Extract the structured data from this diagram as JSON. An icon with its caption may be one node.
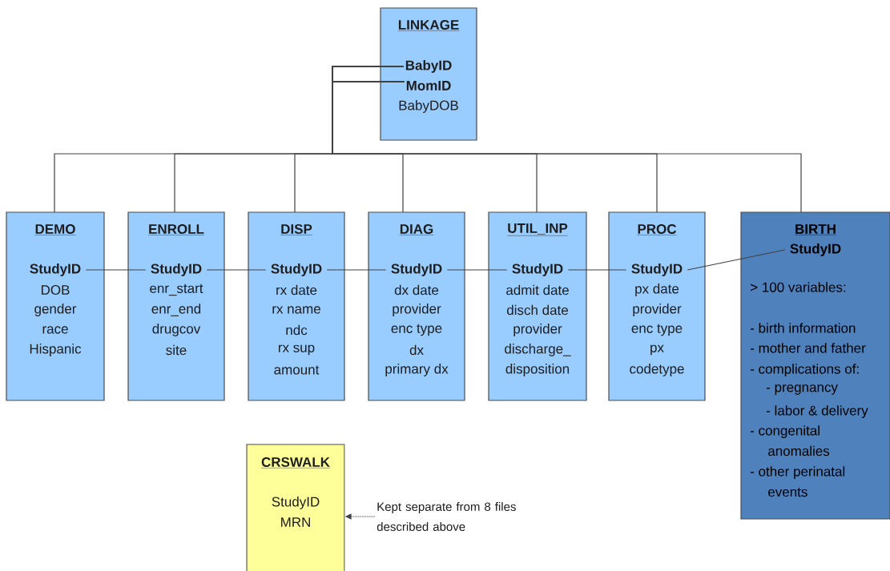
{
  "diagram": {
    "nodes": [
      {
        "text": [
          "LINKAGE",
          "BabyID",
          "MomID",
          "BabyDOB"
        ]
      },
      {
        "text": [
          "DEMO",
          "StudyID",
          "DOB",
          "gender",
          "race",
          "Hispanic"
        ]
      },
      {
        "text": [
          "ENROLL",
          "StudyID",
          "enr_start",
          "enr_end",
          "drugcov",
          "site"
        ]
      },
      {
        "text": [
          "DISP",
          "StudyID",
          "rx date",
          "rx name",
          "ndc",
          "rx sup",
          "amount"
        ]
      },
      {
        "text": [
          "DIAG",
          "StudyID",
          "dx date",
          "provider",
          "enc type",
          "dx",
          "primary dx"
        ]
      },
      {
        "text": [
          "UTIL_INP",
          "StudyID",
          "admit date",
          "disch date",
          "provider",
          "discharge_",
          "disposition"
        ]
      },
      {
        "text": [
          "PROC",
          "StudyID",
          "px date",
          "provider",
          "enc type",
          "px",
          "codetype"
        ]
      },
      {
        "text": [
          "BIRTH",
          "StudyID",
          "> 100 variables:",
          "- birth information",
          "- mother and father",
          "- complications of:",
          "- pregnancy",
          "- labor & delivery",
          "- congenital anomalies",
          "- other perinatal events"
        ]
      },
      {
        "text": [
          "CRSWALK",
          "StudyID",
          "MRN"
        ]
      },
      {
        "text": [
          "Kept separate from 8 files described above"
        ]
      }
    ],
    "edges": [
      {
        "from": 0,
        "to": 1,
        "arrow": "none"
      },
      {
        "from": 0,
        "to": 2,
        "arrow": "none"
      },
      {
        "from": 0,
        "to": 3,
        "arrow": "none"
      },
      {
        "from": 0,
        "to": 4,
        "arrow": "none"
      },
      {
        "from": 0,
        "to": 5,
        "arrow": "none"
      },
      {
        "from": 0,
        "to": 6,
        "arrow": "none"
      },
      {
        "from": 0,
        "to": 7,
        "arrow": "none"
      },
      {
        "from": 1,
        "to": 2,
        "arrow": "none"
      },
      {
        "from": 2,
        "to": 3,
        "arrow": "none"
      },
      {
        "from": 3,
        "to": 4,
        "arrow": "none"
      },
      {
        "from": 4,
        "to": 5,
        "arrow": "none"
      },
      {
        "from": 5,
        "to": 6,
        "arrow": "none"
      },
      {
        "from": 6,
        "to": 7,
        "arrow": "none"
      },
      {
        "from": 9,
        "to": 8,
        "arrow": "to",
        "style": "dashed"
      }
    ]
  }
}
